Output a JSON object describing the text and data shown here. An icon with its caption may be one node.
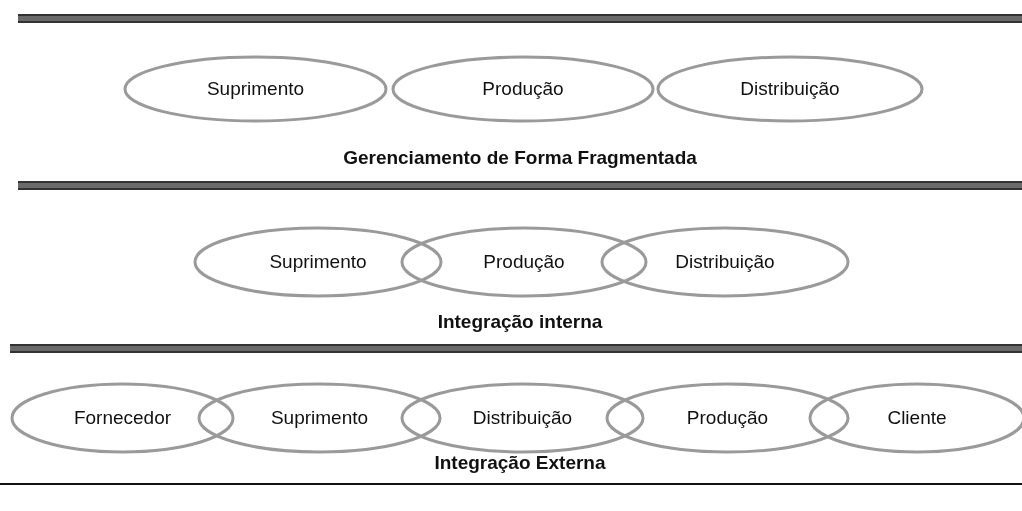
{
  "diagram": {
    "nodes": [
      {
        "text": [
          "Suprimento"
        ]
      },
      {
        "text": [
          "Produção"
        ]
      },
      {
        "text": [
          "Distribuição"
        ]
      },
      {
        "text": [
          "Suprimento"
        ]
      },
      {
        "text": [
          "Produção"
        ]
      },
      {
        "text": [
          "Distribuição"
        ]
      },
      {
        "text": [
          "Fornecedor"
        ]
      },
      {
        "text": [
          "Suprimento"
        ]
      },
      {
        "text": [
          "Distribuição"
        ]
      },
      {
        "text": [
          "Produção"
        ]
      },
      {
        "text": [
          "Cliente"
        ]
      }
    ],
    "labels": [
      "Gerenciamento de Forma Fragmentada",
      "Integração interna",
      "Integração Externa"
    ]
  }
}
